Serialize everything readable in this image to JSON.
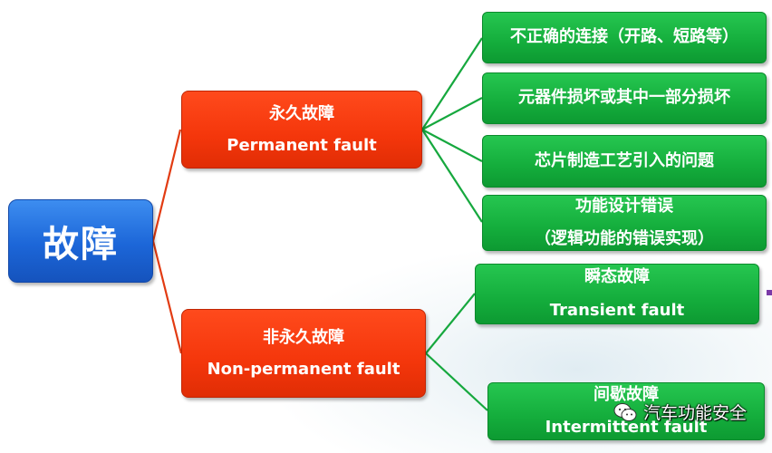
{
  "root": {
    "label": "故障"
  },
  "categories": [
    {
      "zh": "永久故障",
      "en": "Permanent fault",
      "items": [
        {
          "l1": "不正确的连接（开路、短路等）"
        },
        {
          "l1": "元器件损坏或其中一部分损坏"
        },
        {
          "l1": "芯片制造工艺引入的问题"
        },
        {
          "l1": "功能设计错误",
          "l2": "（逻辑功能的错误实现）"
        }
      ]
    },
    {
      "zh": "非永久故障",
      "en": "Non-permanent fault",
      "items": [
        {
          "l1": "瞬态故障",
          "l2": "Transient fault"
        },
        {
          "l1": "间歇故障",
          "l2": "Intermittent fault"
        }
      ]
    }
  ],
  "watermark": {
    "text": "汽车功能安全",
    "icon": "wechat-icon"
  },
  "colors": {
    "root": "#1c66d8",
    "branch": "#f4360b",
    "leaf": "#14ad3c",
    "link_red": "#e23b12",
    "link_green": "#16a83e"
  }
}
